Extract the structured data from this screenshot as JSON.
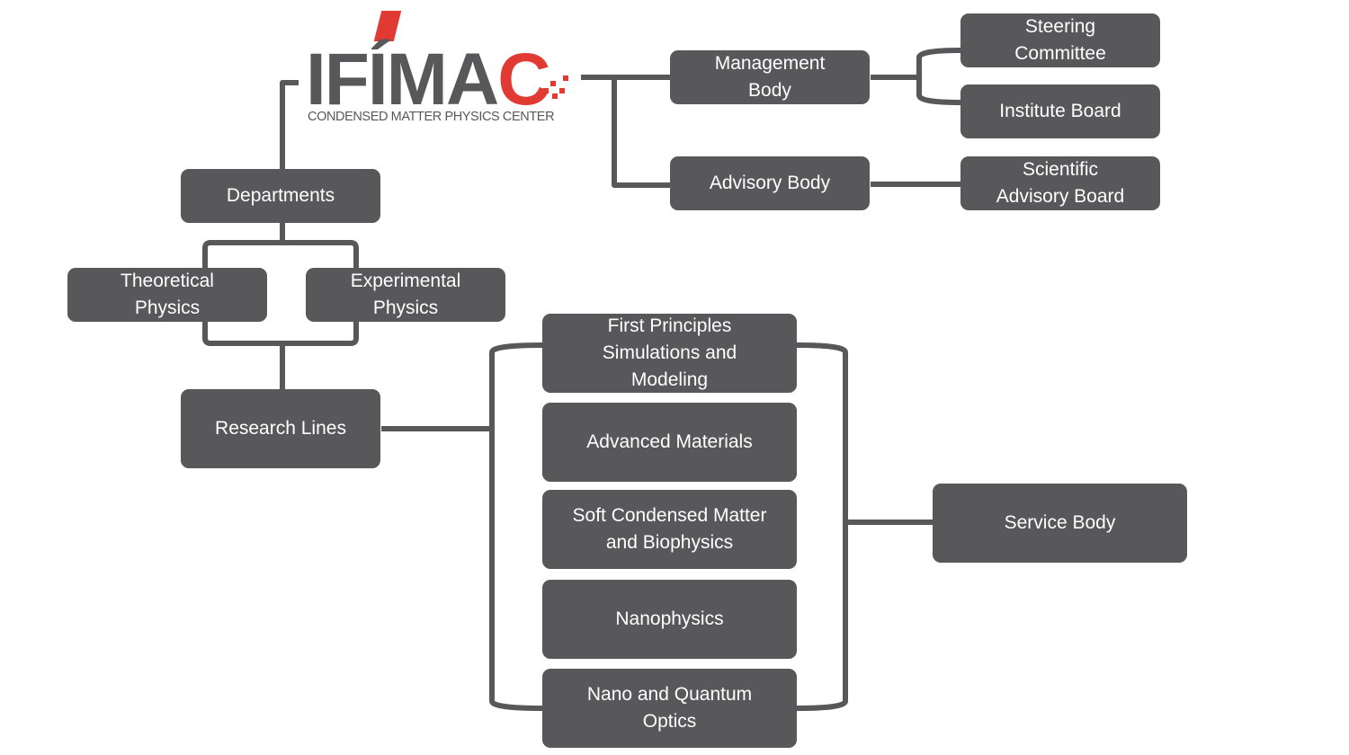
{
  "logo": {
    "main_text_gray": "IFÍMA",
    "main_text_red": "C",
    "subtitle": "CONDENSED MATTER PHYSICS CENTER",
    "colors": {
      "gray": "#58585a",
      "red": "#e03a32"
    }
  },
  "diagram": {
    "box_color": "#58585a",
    "text_color": "#ffffff",
    "line_color": "#58585a",
    "nodes": {
      "management_body": "Management\nBody",
      "advisory_body": "Advisory Body",
      "steering_committee": "Steering\nCommittee",
      "institute_board": "Institute Board",
      "scientific_advisory_board": "Scientific\nAdvisory Board",
      "departments": "Departments",
      "theoretical_physics": "Theoretical\nPhysics",
      "experimental_physics": "Experimental\nPhysics",
      "research_lines": "Research Lines",
      "service_body": "Service Body"
    },
    "research_lines_items": [
      "First Principles\nSimulations and\nModeling",
      "Advanced Materials",
      "Soft Condensed Matter\nand Biophysics",
      "Nanophysics",
      "Nano and Quantum\nOptics"
    ]
  }
}
